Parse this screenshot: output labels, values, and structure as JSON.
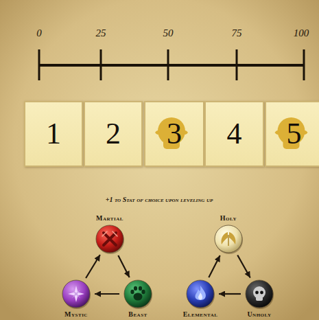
{
  "diagram": {
    "nodes": [
      {
        "text": [
          "1"
        ]
      },
      {
        "text": [
          "2"
        ]
      },
      {
        "text": [
          "3"
        ]
      },
      {
        "text": [
          "4"
        ]
      },
      {
        "text": [
          "5"
        ]
      },
      {
        "text": [
          "Martial"
        ]
      },
      {
        "text": [
          "Beast"
        ]
      },
      {
        "text": [
          "Mystic"
        ]
      },
      {
        "text": [
          "Holy"
        ]
      },
      {
        "text": [
          "Unholy"
        ]
      },
      {
        "text": [
          "Elemental"
        ]
      }
    ],
    "edges": [
      {
        "from": 5,
        "to": 6,
        "arrow": "to"
      },
      {
        "from": 6,
        "to": 7,
        "arrow": "to"
      },
      {
        "from": 7,
        "to": 5,
        "arrow": "to"
      },
      {
        "from": 8,
        "to": 9,
        "arrow": "to"
      },
      {
        "from": 9,
        "to": 10,
        "arrow": "to"
      },
      {
        "from": 10,
        "to": 8,
        "arrow": "to"
      }
    ],
    "labels": [
      "0",
      "25",
      "50",
      "75",
      "100",
      "+1 to Stat of choice upon leveling up"
    ]
  }
}
